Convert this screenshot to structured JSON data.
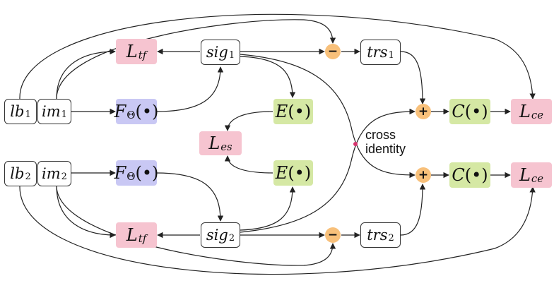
{
  "nodes": {
    "lb1": {
      "base": "lb",
      "sub": "1"
    },
    "im1": {
      "base": "im",
      "sub": "1"
    },
    "lb2": {
      "base": "lb",
      "sub": "2"
    },
    "im2": {
      "base": "im",
      "sub": "2"
    },
    "ltf1": {
      "base": "L",
      "sub": "tf"
    },
    "ltf2": {
      "base": "L",
      "sub": "tf"
    },
    "f1": {
      "base": "F",
      "sub": "Θ",
      "arg": "(•)"
    },
    "f2": {
      "base": "F",
      "sub": "Θ",
      "arg": "(•)"
    },
    "sig1": {
      "base": "sig",
      "sub": "1"
    },
    "sig2": {
      "base": "sig",
      "sub": "2"
    },
    "e1": {
      "base": "E",
      "sub": "",
      "arg": "(•)"
    },
    "e2": {
      "base": "E",
      "sub": "",
      "arg": "(•)"
    },
    "les": {
      "base": "L",
      "sub": "es"
    },
    "trs1": {
      "base": "trs",
      "sub": "1"
    },
    "trs2": {
      "base": "trs",
      "sub": "2"
    },
    "c1": {
      "base": "C",
      "sub": "",
      "arg": "(•)"
    },
    "c2": {
      "base": "C",
      "sub": "",
      "arg": "(•)"
    },
    "lce1": {
      "base": "L",
      "sub": "ce"
    },
    "lce2": {
      "base": "L",
      "sub": "ce"
    }
  },
  "operators": {
    "minus1": "−",
    "minus2": "−",
    "plus1": "+",
    "plus2": "+"
  },
  "annotation": {
    "line1": "cross",
    "line2": "identity"
  },
  "colors": {
    "loss": "#f6c4d0",
    "backbone": "#c9c8f4",
    "module": "#d5e8a4",
    "operator": "#f8c07a",
    "crossing_dot": "#d6336c"
  }
}
